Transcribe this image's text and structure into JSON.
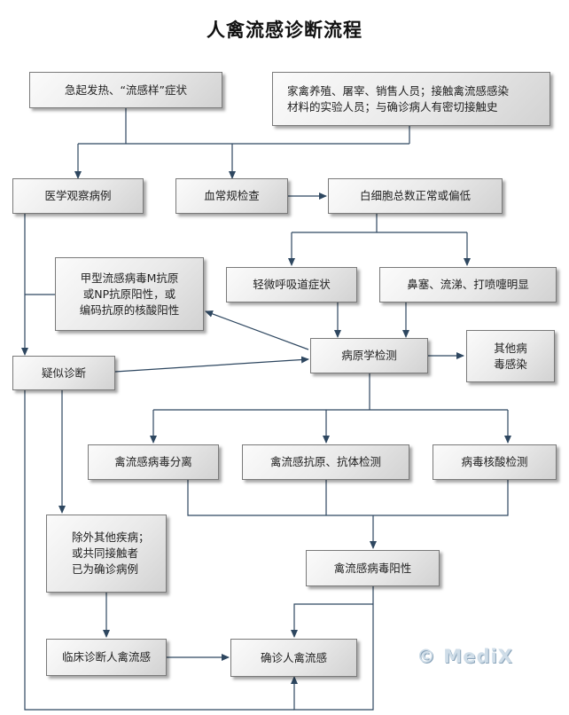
{
  "title": "人禽流感诊断流程",
  "watermark": "© MediX",
  "nodes": {
    "fever": "急起发热、“流感样”症状",
    "exposure": "家禽养殖、屠宰、销售人员；接触禽流感感染\n材料的实验人员；与确诊病人有密切接触史",
    "observation": "医学观察病例",
    "blood_test": "血常规检查",
    "wbc": "白细胞总数正常或偏低",
    "mild_resp": "轻微呼吸道症状",
    "nasal": "鼻塞、流涕、打喷嚏明显",
    "antigen_positive": "甲型流感病毒M抗原\n或NP抗原阳性，或\n编码抗原的核酸阳性",
    "suspected": "疑似诊断",
    "pathogen_test": "病原学检测",
    "other_virus": "其他病\n毒感染",
    "isolation": "禽流感病毒分离",
    "antigen_antibody": "禽流感抗原、抗体检测",
    "nucleic_acid": "病毒核酸检测",
    "exclude": "除外其他疾病；\n或共同接触者\n已为确诊病例",
    "virus_positive": "禽流感病毒阳性",
    "clinical_dx": "临床诊断人禽流感",
    "confirmed_dx": "确诊人禽流感"
  }
}
